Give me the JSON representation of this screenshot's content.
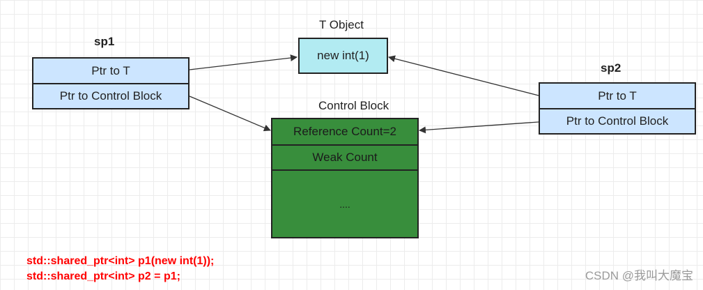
{
  "diagram": {
    "sp1": {
      "title": "sp1",
      "rows": [
        "Ptr to T",
        "Ptr to Control Block"
      ]
    },
    "sp2": {
      "title": "sp2",
      "rows": [
        "Ptr to T",
        "Ptr to Control Block"
      ]
    },
    "t_object": {
      "title": "T Object",
      "content": "new int(1)"
    },
    "control_block": {
      "title": "Control Block",
      "rows": [
        "Reference Count=2",
        "Weak Count",
        "...."
      ]
    }
  },
  "code": {
    "line1": "std::shared_ptr<int> p1(new int(1));",
    "line2": "std::shared_ptr<int> p2 = p1;"
  },
  "watermark": "CSDN @我叫大魔宝",
  "colors": {
    "pointer_box": "#cce5ff",
    "t_object_box": "#b2ebf2",
    "control_block": "#388e3c",
    "code_text": "#ff0000"
  }
}
